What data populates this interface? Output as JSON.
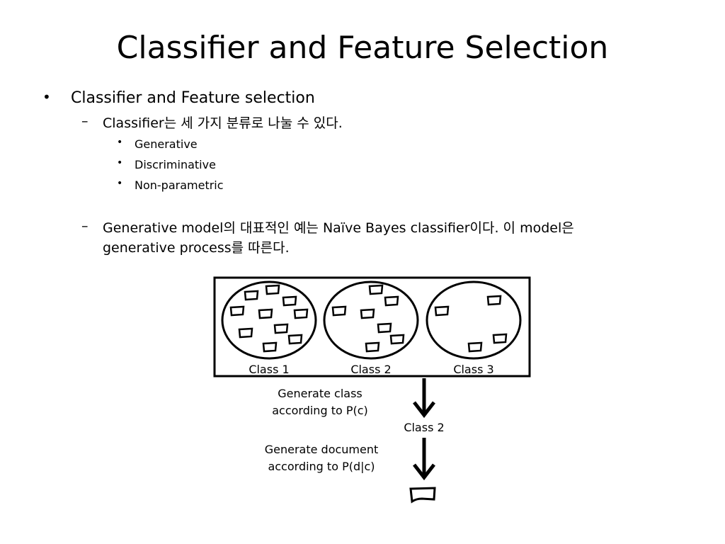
{
  "slide": {
    "title": "Classifier and Feature Selection",
    "bullet_1": "Classifier and Feature selection",
    "sub_1": "Classifier는 세 가지 분류로 나눌 수 있다.",
    "sub_1_items": [
      "Generative",
      "Discriminative",
      "Non-parametric"
    ],
    "sub_2_line1": "Generative model의 대표적인 예는 Naïve Bayes classifier이다. 이 model은",
    "sub_2_line2": "generative process를 따른다."
  },
  "diagram": {
    "class_labels": [
      "Class 1",
      "Class 2",
      "Class 3"
    ],
    "step1_line1": "Generate class",
    "step1_line2": "according to P(c)",
    "chosen_class": "Class 2",
    "step2_line1": "Generate document",
    "step2_line2": "according to P(d|c)"
  }
}
